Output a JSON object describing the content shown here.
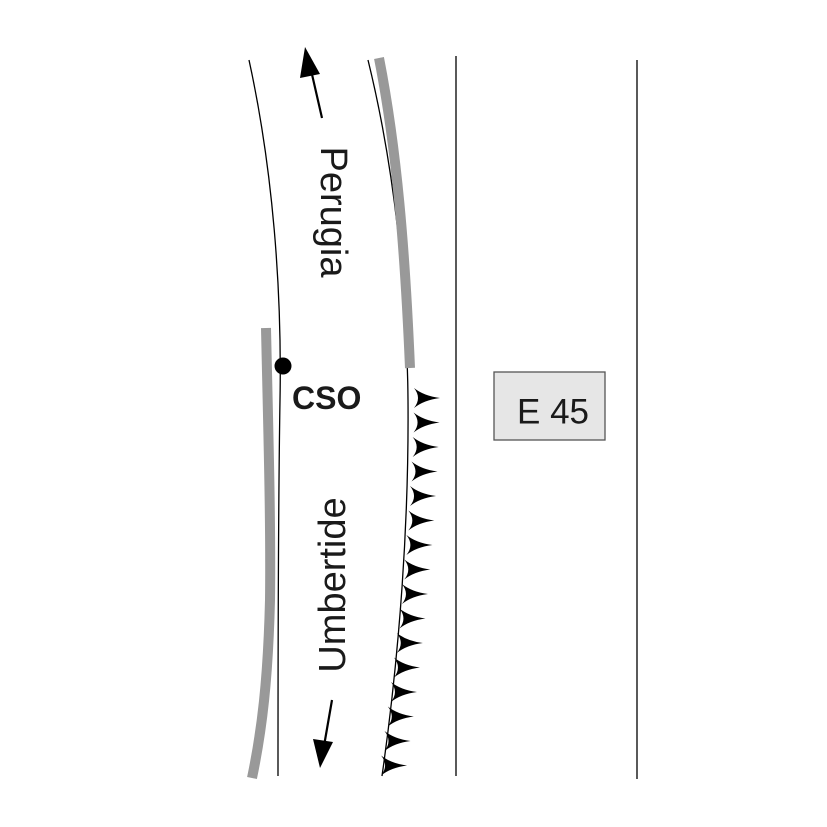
{
  "map": {
    "labels": {
      "north_destination": "Perugia",
      "south_destination": "Umbertide",
      "point_label": "CSO",
      "route_shield": "E 45"
    },
    "colors": {
      "line": "#000000",
      "barrier": "#999999",
      "shield_fill": "#e6e6e6",
      "shield_border": "#555555"
    },
    "icons": {
      "north_arrow": "arrow-up-icon",
      "south_arrow": "arrow-down-icon",
      "point_marker": "filled-circle-icon",
      "embankment": "embankment-hachure-icon"
    }
  }
}
